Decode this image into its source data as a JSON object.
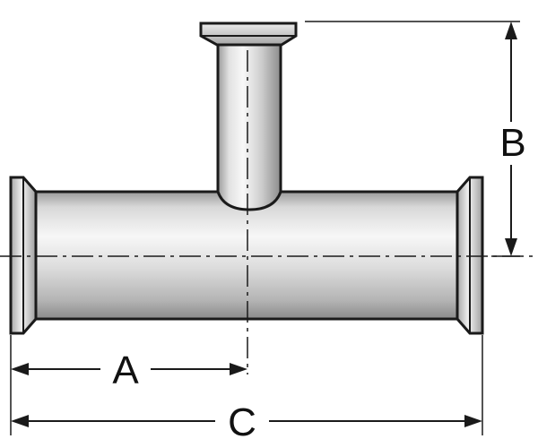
{
  "diagram": {
    "dimensions": {
      "a": {
        "label": "A"
      },
      "b": {
        "label": "B"
      },
      "c": {
        "label": "C"
      }
    },
    "colors": {
      "outline": "#1a1a1a",
      "pipe_light": "#f4f4f4",
      "pipe_mid": "#cfcfcf",
      "pipe_dark": "#8e8e8e",
      "background": "#ffffff"
    }
  }
}
